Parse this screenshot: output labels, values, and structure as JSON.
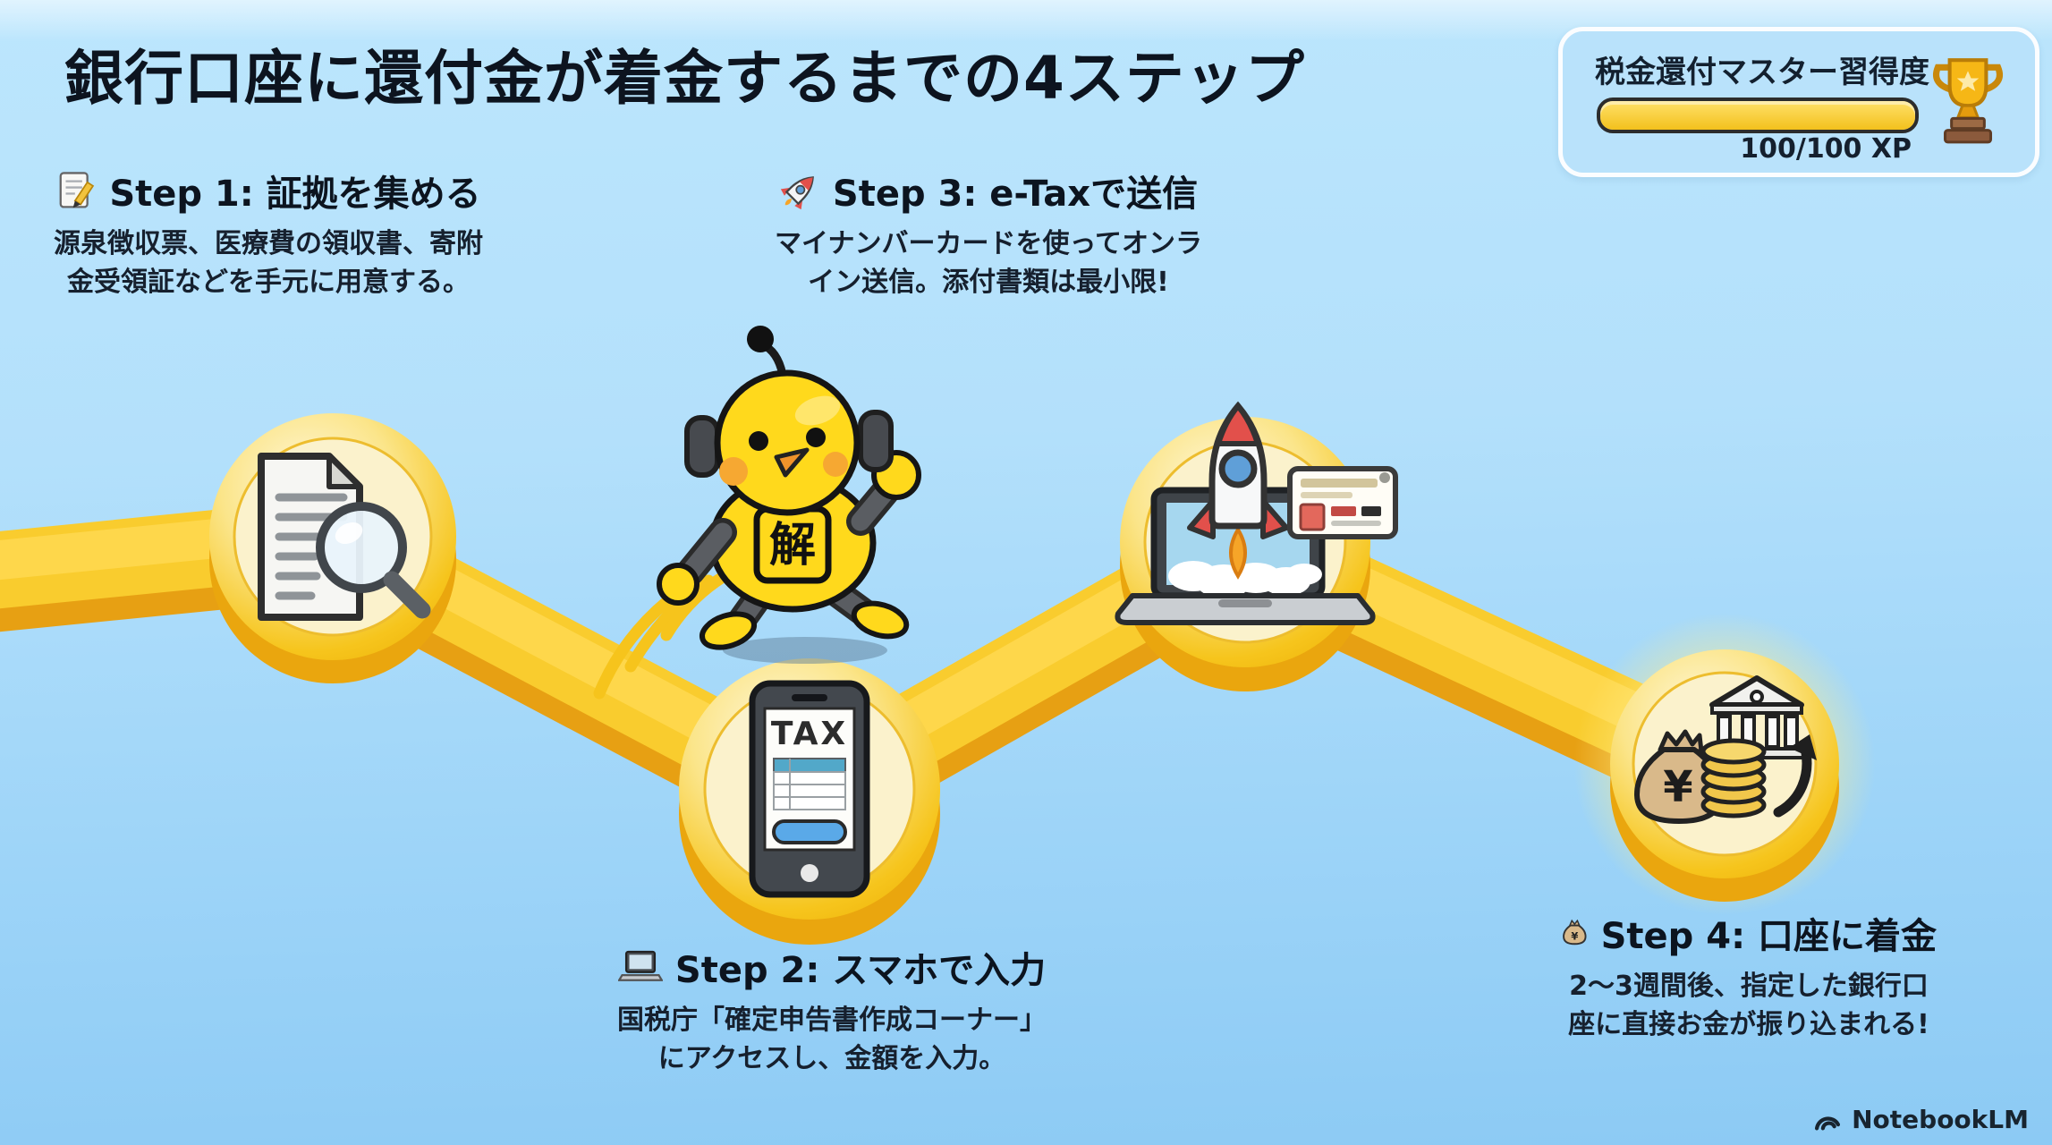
{
  "title": "銀行口座に還付金が着金するまでの4ステップ",
  "badge": {
    "label": "税金還付マスター習得度",
    "xp_text": "100/100 XP",
    "progress_percent": 100,
    "icon": "trophy-icon"
  },
  "mascot": {
    "name": "robot-chick-mascot",
    "chest_kanji": "解"
  },
  "steps": [
    {
      "id": 1,
      "icon": "memo-icon",
      "heading": "Step 1: 証拠を集める",
      "description": "源泉徴収票、医療費の領収書、寄附金受領証などを手元に用意する。",
      "node_icon": "document-magnifier-icon"
    },
    {
      "id": 2,
      "icon": "laptop-icon",
      "heading": "Step 2: スマホで入力",
      "description": "国税庁「確定申告書作成コーナー」にアクセスし、金額を入力。",
      "node_icon": "smartphone-tax-icon",
      "phone_label": "TAX"
    },
    {
      "id": 3,
      "icon": "rocket-icon",
      "heading": "Step 3: e-Taxで送信",
      "description": "マイナンバーカードを使ってオンライン送信。添付書類は最小限!",
      "node_icon": "laptop-rocket-card-icon"
    },
    {
      "id": 4,
      "icon": "money-bag-icon",
      "heading": "Step 4: 口座に着金",
      "description": "2〜3週間後、指定した銀行口座に直接お金が振り込まれる!",
      "node_icon": "money-bag-coins-bank-icon",
      "bag_symbol": "¥"
    }
  ],
  "footer": {
    "brand": "NotebookLM"
  },
  "colors": {
    "background_top": "#bce6fd",
    "background_bottom": "#8ccaf4",
    "path_yellow": "#f9cc2e",
    "path_edge": "#e7a013",
    "node_gold": "#f6c41d",
    "node_inner": "#fbf2cc",
    "bar_fill": "#f3c11c",
    "text_dark": "#101b28"
  }
}
